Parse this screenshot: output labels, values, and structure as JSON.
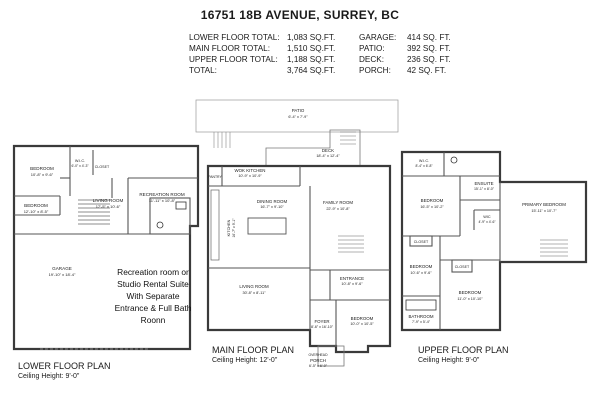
{
  "title": "16751 18B AVENUE, SURREY, BC",
  "areas": [
    {
      "label": "LOWER FLOOR TOTAL:",
      "value": "1,083 SQ.FT.",
      "label2": "GARAGE:",
      "value2": "414 SQ. FT."
    },
    {
      "label": "MAIN FLOOR TOTAL:",
      "value": "1,510 SQ.FT.",
      "label2": "PATIO:",
      "value2": "392 SQ. FT."
    },
    {
      "label": "UPPER FLOOR TOTAL:",
      "value": "1,188 SQ.FT.",
      "label2": "DECK:",
      "value2": "236 SQ. FT."
    },
    {
      "label": "TOTAL:",
      "value": "3,764 SQ.FT.",
      "label2": "PORCH:",
      "value2": "42 SQ. FT."
    }
  ],
  "lower": {
    "title": "LOWER FLOOR PLAN",
    "ceiling": "Ceiling Height: 9'-0\"",
    "rooms": {
      "bedroom": "BEDROOM",
      "bedroom_dim": "10'-8\" x 9'-6\"",
      "closet": "CLOSET",
      "wic": "W.I.C.",
      "wic_dim": "6'-0\" x 4'-3\"",
      "living": "LIVING ROOM",
      "living_dim": "17'-5\" x 10'-6\"",
      "rec": "RECREATION ROOM",
      "rec_dim": "11'-11\" x 10'-8\"",
      "bedroom2": "BEDROOM",
      "bedroom2_dim": "12'-10\" x 8'-5\"",
      "garage": "GARAGE",
      "garage_dim": "19'-10\" x 18'-4\""
    },
    "note": [
      "Recreation room or",
      "Studio Rental Suite",
      "With Separate",
      "Entrance & Full Bath",
      "Roonn"
    ]
  },
  "main": {
    "title": "MAIN FLOOR PLAN",
    "ceiling": "Ceiling Height: 12'-0\"",
    "rooms": {
      "patio": "PATIO",
      "patio_dim": "6'-4\" x 7'-9\"",
      "deck": "DECK",
      "deck_dim": "18'-4\" x 12'-4\"",
      "wok": "WOK KITCHEN",
      "wok_dim": "10'-9\" x 10'-9\"",
      "pantry": "PANTRY",
      "dining": "DINING ROOM",
      "dining_dim": "16'-7\" x 9'-10\"",
      "kitchen": "KITCHEN",
      "kitchen_dim": "16'-7\" x 9'-1\"",
      "family": "FAMILY ROOM",
      "family_dim": "22'-9\" x 10'-8\"",
      "living": "LIVING ROOM",
      "living_dim": "30'-8\" x 8'-11\"",
      "entrance": "ENTRANCE",
      "entrance_dim": "10'-8\" x 9'-6\"",
      "foyer": "FOYER",
      "foyer_dim": "8'-6\" x 16'-10\"",
      "bedroom": "BEDROOM",
      "bedroom_dim": "10'-0\" x 10'-5\"",
      "porch": "PORCH",
      "porch_dim": "6'-5\" x 6'-0\"",
      "overhead": "OVERHEAD"
    }
  },
  "upper": {
    "title": "UPPER FLOOR PLAN",
    "ceiling": "Ceiling Height: 9'-0\"",
    "rooms": {
      "wic": "W.I.C.",
      "wic_dim": "8'-4\" x 6'-8\"",
      "ensuite": "ENSUITE",
      "ensuite_dim": "15'-1\" x 8'-0\"",
      "bedroom1": "BEDROOM",
      "bedroom1_dim": "16'-5\" x 10'-2\"",
      "primary": "PRIMARY BEDROOM",
      "primary_dim": "15'-11\" x 10'-7\"",
      "wic2": "WIC",
      "wic2_dim": "4'-9\" x 4'-6\"",
      "closet": "CLOSET",
      "bedroom2": "BEDROOM",
      "bedroom2_dim": "10'-6\" x 9'-6\"",
      "closet2": "CLOSET",
      "bedroom3": "BEDROOM",
      "bedroom3_dim": "11'-0\" x 10'-10\"",
      "bathroom": "BATHROOM",
      "bathroom_dim": "7'-9\" x 5'-4\""
    }
  }
}
